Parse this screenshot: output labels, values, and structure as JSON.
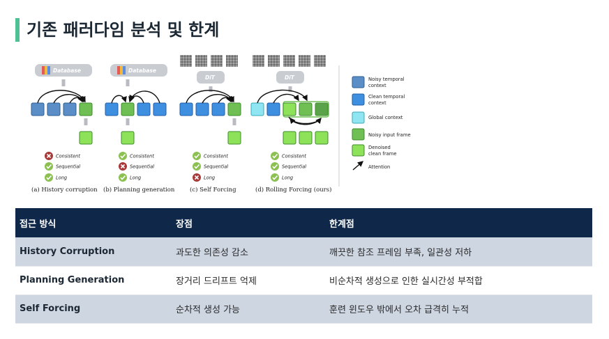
{
  "title": "기존 패러다임 분석 및 한계",
  "figure": {
    "database_label": "Database",
    "dit_label": "DiT",
    "status_labels": [
      "Consistent",
      "Sequential",
      "Long"
    ],
    "panels": [
      {
        "caption": "(a) History corruption",
        "status": [
          "bad",
          "ok",
          "ok"
        ]
      },
      {
        "caption": "(b) Planning generation",
        "status": [
          "ok",
          "bad",
          "ok"
        ]
      },
      {
        "caption": "(c) Self Forcing",
        "status": [
          "ok",
          "ok",
          "bad"
        ]
      },
      {
        "caption": "(d) Rolling Forcing (ours)",
        "status": [
          "ok",
          "ok",
          "ok"
        ]
      }
    ],
    "legend": [
      {
        "label_1": "Noisy temporal",
        "label_2": "context",
        "color": "#5b8ec7"
      },
      {
        "label_1": "Clean temporal",
        "label_2": "context",
        "color": "#3f8fe0"
      },
      {
        "label_1": "Global context",
        "label_2": "",
        "color": "#8fe6f2"
      },
      {
        "label_1": "Noisy input frame",
        "label_2": "",
        "color": "#6fbf54"
      },
      {
        "label_1": "Denoised",
        "label_2": "clean frame",
        "color": "#8ee25a"
      },
      {
        "label_1": "Attention",
        "label_2": "",
        "color": "#111111"
      }
    ]
  },
  "table": {
    "headers": [
      "접근 방식",
      "장점",
      "한계점"
    ],
    "rows": [
      [
        "History Corruption",
        "과도한 의존성 감소",
        "깨끗한 참조 프레임 부족, 일관성 저하"
      ],
      [
        "Planning Generation",
        "장거리 드리프트 억제",
        "비순차적 생성으로 인한 실시간성 부적합"
      ],
      [
        "Self Forcing",
        "순차적 생성 가능",
        "훈련 윈도우 밖에서 오차 급격히 누적"
      ]
    ]
  },
  "colors": {
    "accent": "#4fbf94",
    "header_bg": "#0f2748",
    "row_shade": "#ced6e2"
  }
}
